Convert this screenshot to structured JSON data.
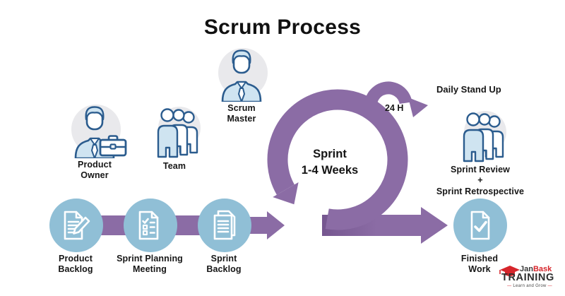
{
  "title": "Scrum Process",
  "actors": {
    "product_owner": {
      "label": "Product\nOwner",
      "icon": "person-briefcase-icon"
    },
    "team": {
      "label": "Team",
      "icon": "team-icon"
    },
    "scrum_master": {
      "label": "Scrum\nMaster",
      "icon": "person-icon"
    },
    "sprint_review": {
      "label_line1": "Sprint Review",
      "label_line2": "+",
      "label_line3": "Sprint Retrospective",
      "icon": "team-icon"
    }
  },
  "sprint_loop": {
    "center_label": "Sprint\n1-4 Weeks",
    "daily_loop_label": "24 H",
    "daily_standup_label": "Daily Stand Up"
  },
  "process_steps": [
    {
      "label": "Product\nBacklog",
      "icon": "document-pencil-icon"
    },
    {
      "label": "Sprint Planning\nMeeting",
      "icon": "document-checklist-icon"
    },
    {
      "label": "Sprint\nBacklog",
      "icon": "document-stack-icon"
    },
    {
      "label": "Finished\nWork",
      "icon": "document-check-icon"
    }
  ],
  "logo": {
    "brand_part1": "Jan",
    "brand_part2": "Bask",
    "brand_line2": "TRAINING",
    "tagline": "Learn and Grow",
    "icon": "graduation-cap-icon"
  },
  "colors": {
    "arrow_purple": "#8B6CA5",
    "step_circle_blue": "#90BFD6",
    "icon_outline_blue": "#2B5C8E",
    "icon_fill_light_blue": "#CFE4F1",
    "person_bg_gray": "#E9E9EC",
    "logo_red": "#D6252B",
    "text": "#161616"
  }
}
